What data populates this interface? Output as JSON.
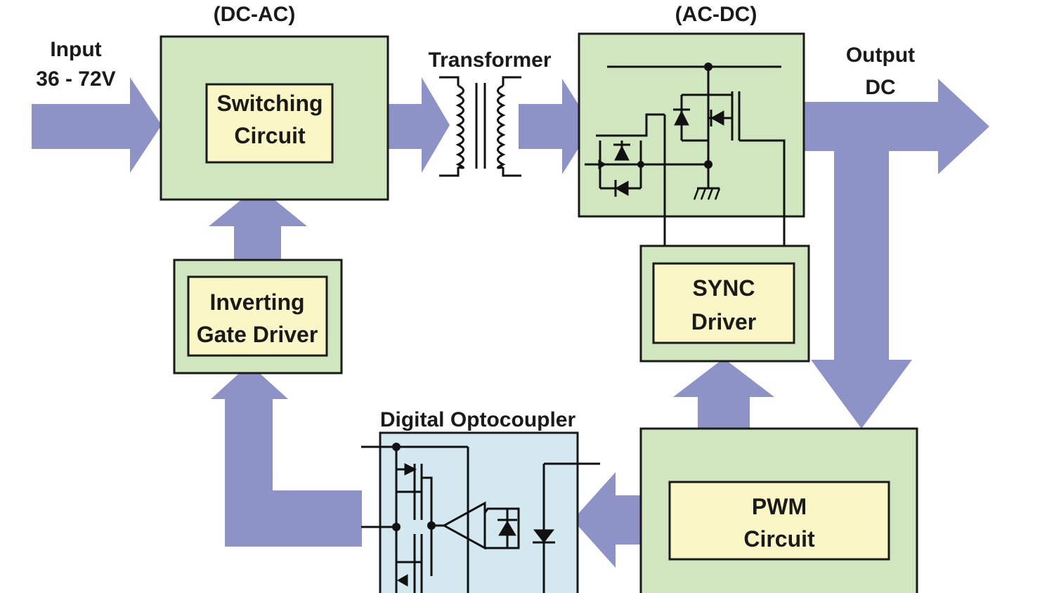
{
  "labels": {
    "dc_ac": "(DC-AC)",
    "ac_dc": "(AC-DC)",
    "input_line1": "Input",
    "input_line2": "36 - 72V",
    "transformer": "Transformer",
    "output_line1": "Output",
    "output_line2": "DC",
    "digital_optocoupler": "Digital Optocoupler"
  },
  "blocks": {
    "switching_circuit": [
      "Switching",
      "Circuit"
    ],
    "inverting_gate_driver": [
      "Inverting",
      "Gate Driver"
    ],
    "sync_driver": [
      "SYNC",
      "Driver"
    ],
    "pwm_circuit": [
      "PWM",
      "Circuit"
    ]
  },
  "colors": {
    "block_outer": "#cfe6bf",
    "block_inner": "#faf6c6",
    "optocoupler_fill": "#d4e8ef",
    "arrow": "#8e93c7",
    "line": "#111111"
  }
}
